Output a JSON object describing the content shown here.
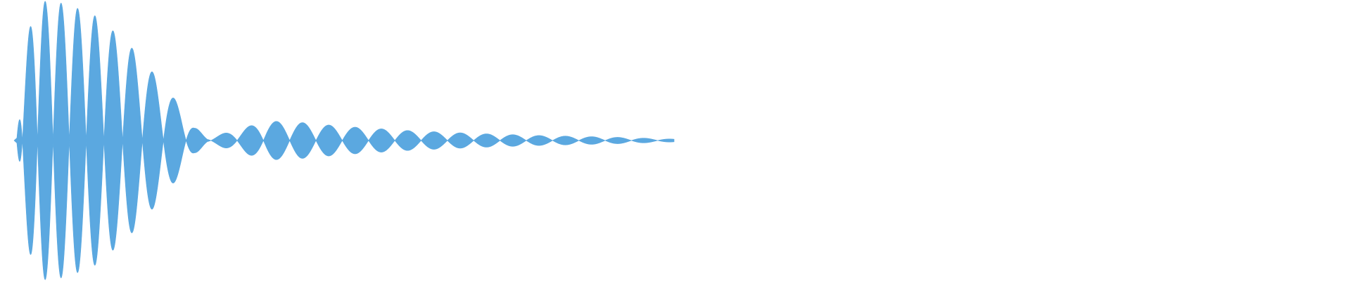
{
  "colors": {
    "background": "#ffffff",
    "waveform": "#5ba8e0"
  },
  "chart_data": {
    "type": "area",
    "title": "",
    "xlabel": "",
    "ylabel": "",
    "grid": false,
    "legend": "none",
    "description_of_series": "",
    "series": [
      {
        "name": "",
        "color": "#5ba8e0",
        "envelope_x": [
          0.0,
          0.01,
          0.03,
          0.06,
          0.08,
          0.12,
          0.17,
          0.21,
          0.25,
          0.27,
          0.29,
          0.33,
          0.38,
          0.43,
          0.5,
          0.6,
          0.7,
          0.8,
          0.9,
          1.0
        ],
        "envelope_amplitude": [
          0.02,
          0.62,
          1.0,
          0.99,
          0.97,
          0.89,
          0.69,
          0.47,
          0.24,
          0.1,
          0.02,
          0.07,
          0.14,
          0.13,
          0.1,
          0.07,
          0.05,
          0.035,
          0.025,
          0.01
        ]
      }
    ],
    "xlim": [
      0,
      1
    ],
    "ylim": [
      -1,
      1
    ]
  }
}
